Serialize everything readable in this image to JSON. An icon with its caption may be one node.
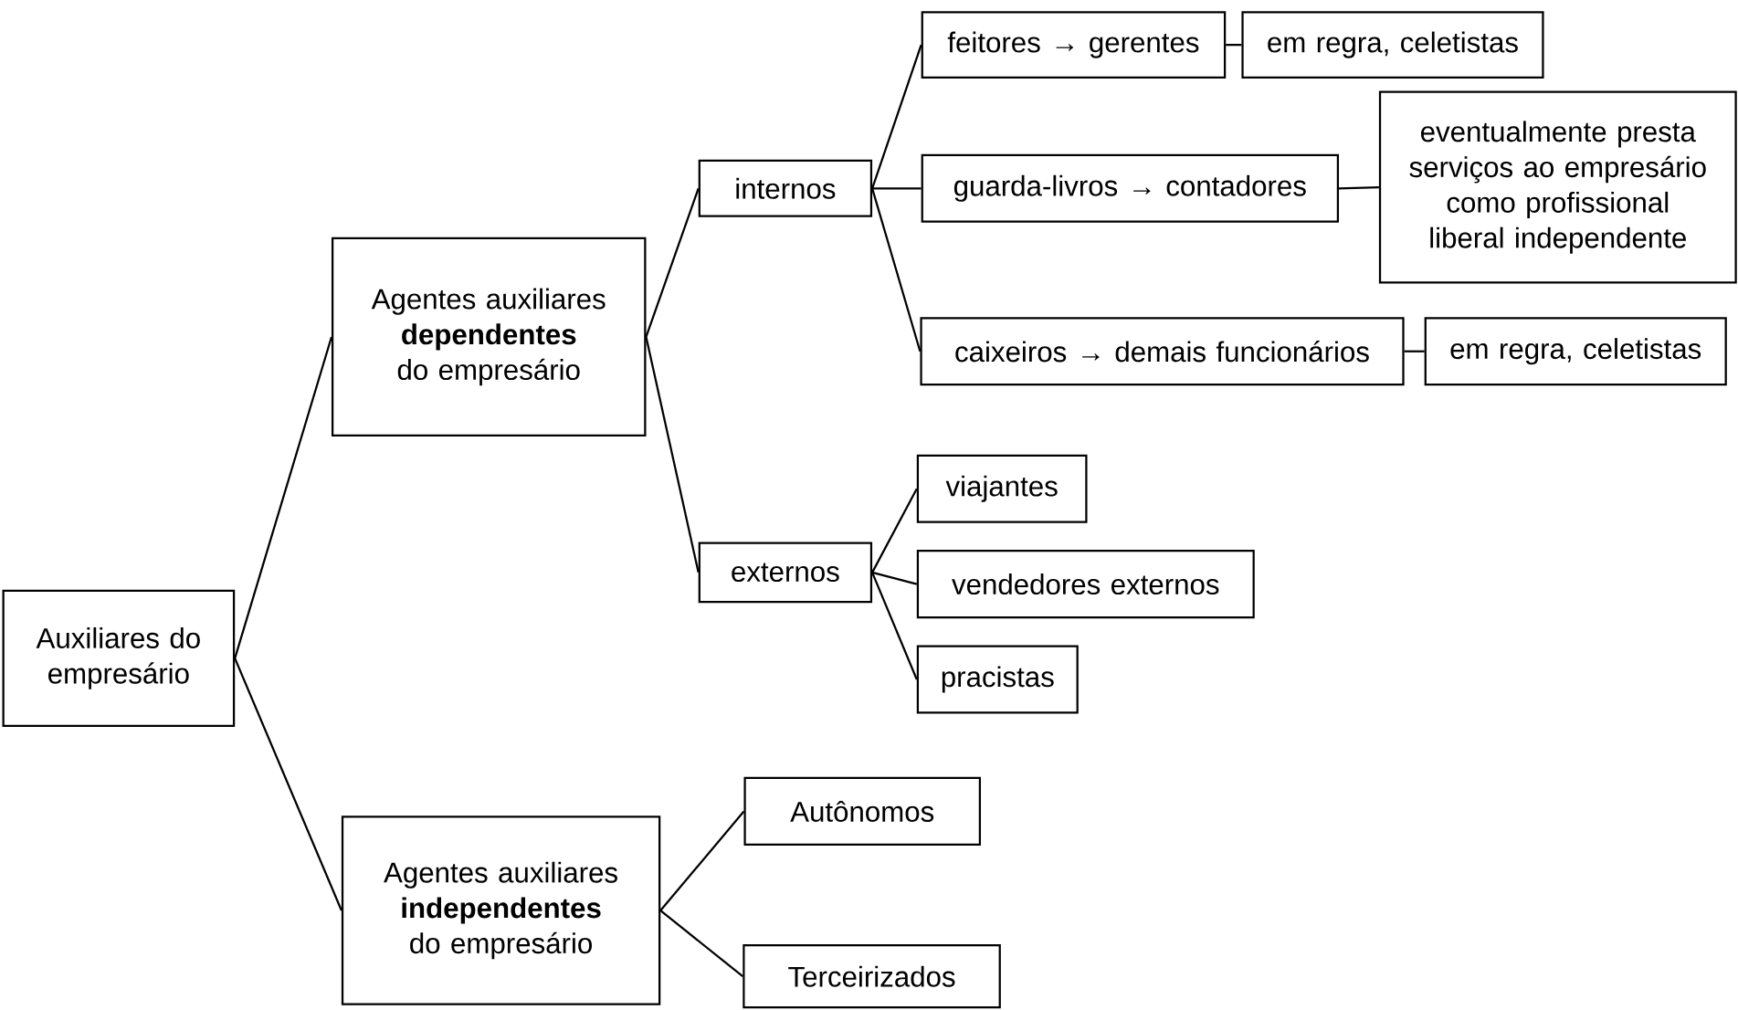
{
  "diagram": {
    "nodes": [
      {
        "text": [
          "Auxiliares do empresário"
        ]
      },
      {
        "text": [
          "Agentes auxiliares **dependentes** do empresário"
        ]
      },
      {
        "text": [
          "internos"
        ]
      },
      {
        "text": [
          "feitores → gerentes"
        ]
      },
      {
        "text": [
          "em regra, celetistas"
        ]
      },
      {
        "text": [
          "guarda-livros → contadores"
        ]
      },
      {
        "text": [
          "eventualmente presta serviços ao empresário como profissional liberal independente"
        ]
      },
      {
        "text": [
          "caixeiros → demais funcionários"
        ]
      },
      {
        "text": [
          "em regra, celetistas"
        ]
      },
      {
        "text": [
          "externos"
        ]
      },
      {
        "text": [
          "viajantes"
        ]
      },
      {
        "text": [
          "vendedores externos"
        ]
      },
      {
        "text": [
          "pracistas"
        ]
      },
      {
        "text": [
          "Agentes auxiliares **independentes** do empresário"
        ]
      },
      {
        "text": [
          "Autônomos"
        ]
      },
      {
        "text": [
          "Terceirizados"
        ]
      }
    ],
    "edges": [
      {
        "from": 0,
        "to": 1,
        "arrow": "none"
      },
      {
        "from": 0,
        "to": 13,
        "arrow": "none"
      },
      {
        "from": 1,
        "to": 2,
        "arrow": "none"
      },
      {
        "from": 1,
        "to": 9,
        "arrow": "none"
      },
      {
        "from": 2,
        "to": 3,
        "arrow": "none"
      },
      {
        "from": 2,
        "to": 5,
        "arrow": "none"
      },
      {
        "from": 2,
        "to": 7,
        "arrow": "none"
      },
      {
        "from": 3,
        "to": 4,
        "arrow": "none"
      },
      {
        "from": 5,
        "to": 6,
        "arrow": "none"
      },
      {
        "from": 7,
        "to": 8,
        "arrow": "none"
      },
      {
        "from": 9,
        "to": 10,
        "arrow": "none"
      },
      {
        "from": 9,
        "to": 11,
        "arrow": "none"
      },
      {
        "from": 9,
        "to": 12,
        "arrow": "none"
      },
      {
        "from": 13,
        "to": 14,
        "arrow": "none"
      },
      {
        "from": 13,
        "to": 15,
        "arrow": "none"
      }
    ]
  }
}
